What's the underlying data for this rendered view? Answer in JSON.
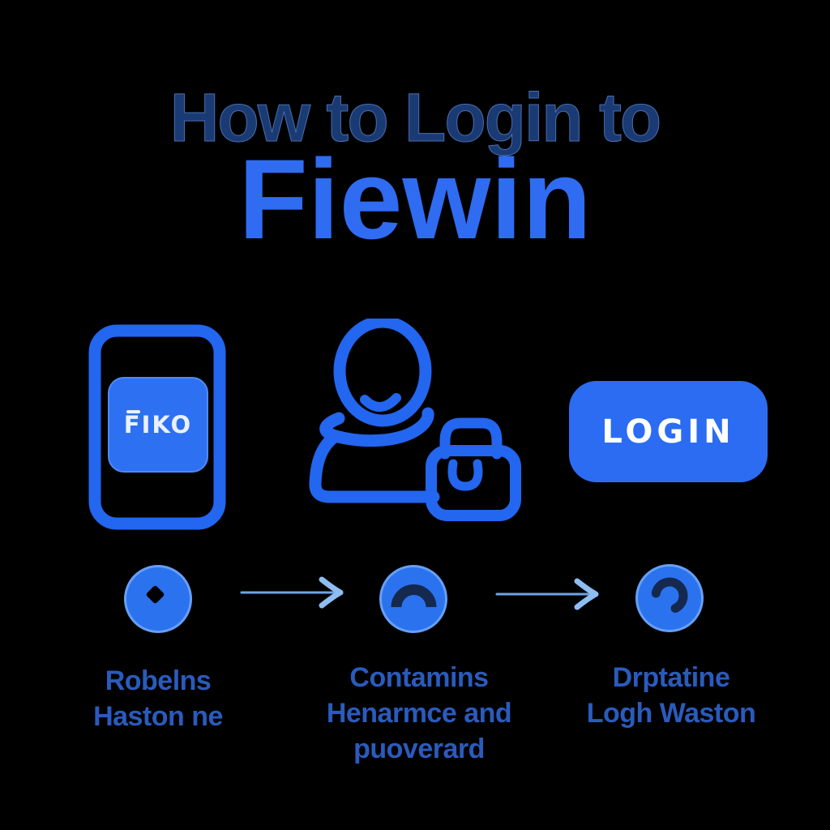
{
  "colors": {
    "background": "#000000",
    "title_text": "#1a3a74",
    "title_edge": "#4a6fae",
    "brand_text": "#2f6cf2",
    "accent_stroke": "#2366ef",
    "tile_fill": "#2e70f2",
    "tile_border": "#4e8af5",
    "tile_text": "#e9f0ff",
    "button_fill": "#2b6cf2",
    "button_text": "#ffffff",
    "circle_fill": "#2b72ef",
    "circle_rim": "#66a0f4",
    "glyph_dark": "#15294f",
    "diamond_fill": "#000000",
    "arrow_line": "#6fa3e4",
    "arrow_head": "#8ebdf2",
    "caption_text": "#2a5bbc"
  },
  "header": {
    "title": "How to Login to",
    "brand": "Fiewin"
  },
  "illustrations": {
    "phone": {
      "app_label": "FIKO"
    },
    "login_button": {
      "label": "LOGIN"
    }
  },
  "steps": [
    {
      "glyph": "diamond-icon",
      "lines": [
        "Robelns",
        "Haston ne"
      ]
    },
    {
      "glyph": "arch-icon",
      "lines": [
        "Contamins",
        "Henarmce and",
        "puoverard"
      ]
    },
    {
      "glyph": "hook-icon",
      "lines": [
        "Drptatine",
        "Logh Waston"
      ]
    }
  ]
}
